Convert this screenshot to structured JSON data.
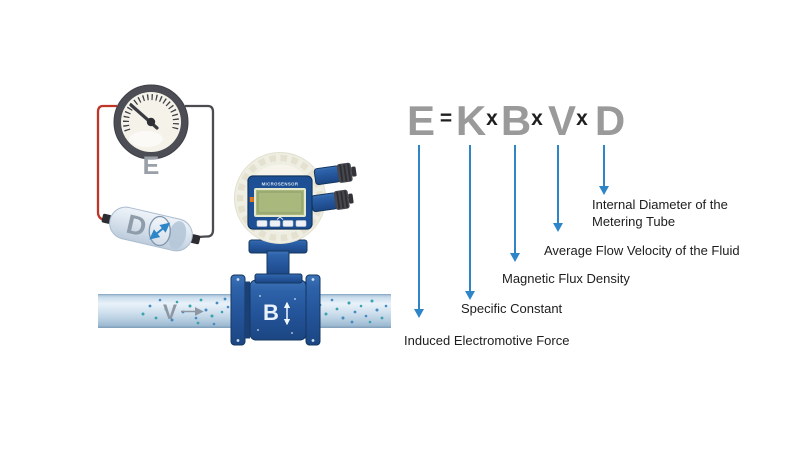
{
  "formula": {
    "terms": [
      "E",
      "=",
      "K",
      "x",
      "B",
      "x",
      "V",
      "x",
      "D"
    ]
  },
  "definitions": [
    {
      "symbol": "E",
      "label": "Induced Electromotive Force"
    },
    {
      "symbol": "K",
      "label": "Specific Constant"
    },
    {
      "symbol": "B",
      "label": "Magnetic Flux Density"
    },
    {
      "symbol": "V",
      "label": "Average Flow Velocity of the Fluid"
    },
    {
      "symbol": "D",
      "label": "Internal Diameter of the Metering Tube"
    }
  ],
  "diagram": {
    "gauge_label": "E",
    "capsule_label": "D",
    "velocity_label": "V",
    "flux_label": "B",
    "device_brand": "MICROSENSOR"
  },
  "colors": {
    "arrow_blue": "#2e86c8",
    "formula_letter_gray": "#9a9a9a",
    "formula_operator_dark": "#1f1f1f",
    "label_text": "#1d1d1d",
    "meter_blue": "#24549a",
    "pipe_blue": "#cfe0ee",
    "wire_red": "#bf3629",
    "wire_black": "#4b4b51",
    "lcd_green": "#a9b87d",
    "indicator_orange": "#e2761f"
  }
}
